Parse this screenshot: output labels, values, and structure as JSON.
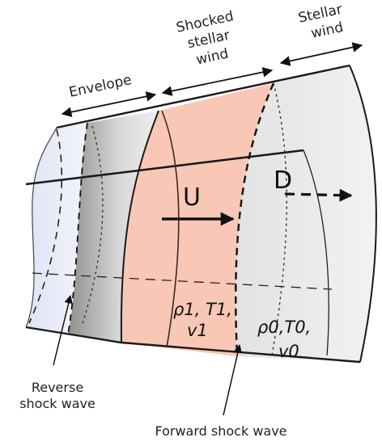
{
  "labels": {
    "envelope": "Envelope",
    "shocked_line1": "Shocked",
    "shocked_line2": "stellar",
    "shocked_line3": "wind",
    "stellar_line1": "Stellar",
    "stellar_line2": "wind",
    "reverse_line1": "Reverse",
    "reverse_line2": "shock wave",
    "forward": "Forward shock wave",
    "U": "U",
    "D": "D"
  },
  "region1": {
    "line1": "ρ1, T1,",
    "line2": "v1"
  },
  "region0": {
    "line1": "ρ0,T0,",
    "line2": "v0"
  },
  "colors": {
    "envelope_fill": "#e9ebf6",
    "shocked_fill": "#f8c7b6",
    "wind_fill": "#e6e6e6",
    "outline": "#1a1a1a"
  }
}
